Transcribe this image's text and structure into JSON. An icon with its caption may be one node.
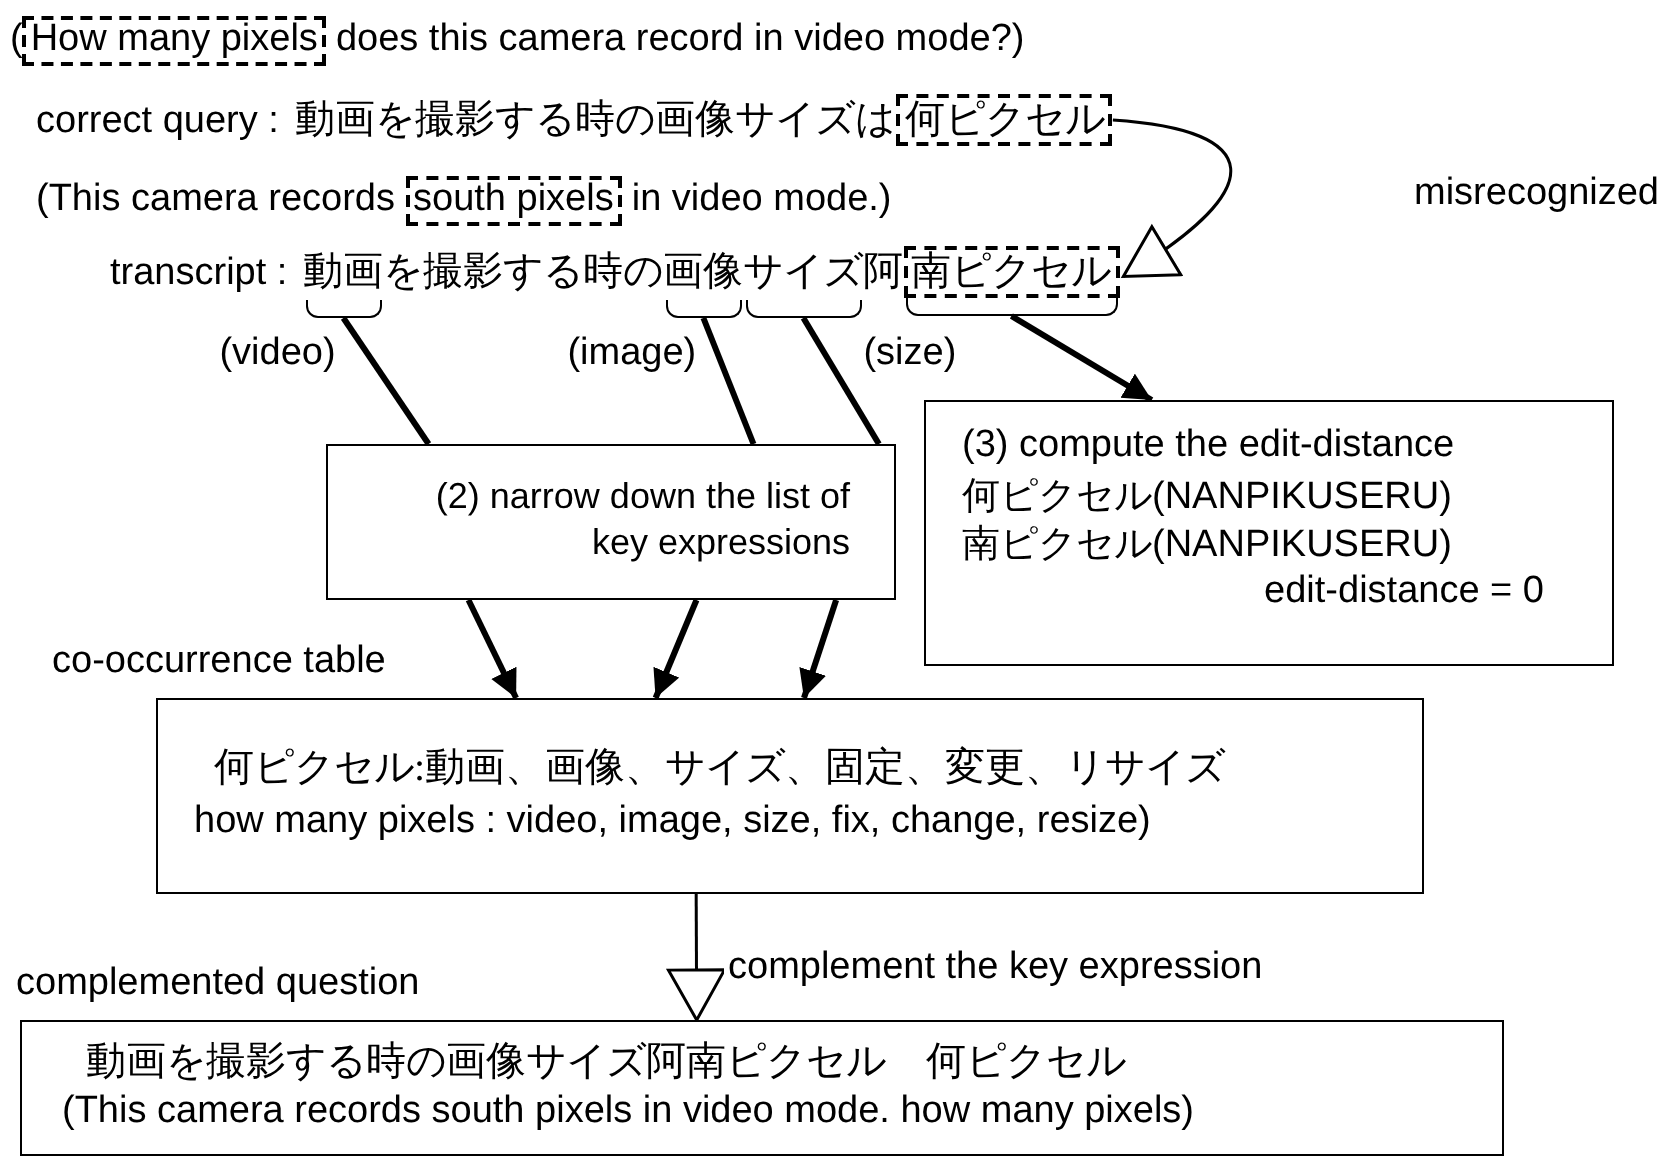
{
  "diagram": {
    "nodes": [
      {
        "text": [
          "How many pixels"
        ]
      },
      {
        "text": [
          "何ピクセル"
        ]
      },
      {
        "text": [
          "south pixels"
        ]
      },
      {
        "text": [
          "動画"
        ]
      },
      {
        "text": [
          "画像"
        ]
      },
      {
        "text": [
          "サイズ"
        ]
      },
      {
        "text": [
          "南ピクセル"
        ]
      },
      {
        "text": [
          "(2) narrow down the list of key expressions"
        ]
      },
      {
        "text": [
          "(3) compute the edit-distance",
          "何ピクセル(NANPIKUSERU)",
          "南ピクセル(NANPIKUSERU)",
          "edit-distance = 0"
        ]
      },
      {
        "text": [
          "co-occurrence table",
          "何ピクセル:動画、画像、サイズ、固定、変更、リサイズ",
          "how many pixels : video, image, size, fix, change, resize)"
        ]
      },
      {
        "text": [
          "complemented question",
          "動画を撮影する時の画像サイズ阿南ピクセル　何ピクセル",
          "(This camera records south pixels in video mode. how many pixels)"
        ]
      }
    ],
    "edges": [
      {
        "from": 1,
        "to": 6,
        "arrow": "to",
        "label": "misrecognized"
      },
      {
        "from": 3,
        "to": 7,
        "arrow": "none"
      },
      {
        "from": 4,
        "to": 7,
        "arrow": "none"
      },
      {
        "from": 5,
        "to": 7,
        "arrow": "none"
      },
      {
        "from": 7,
        "to": 9,
        "arrow": "to"
      },
      {
        "from": 7,
        "to": 9,
        "arrow": "to"
      },
      {
        "from": 7,
        "to": 9,
        "arrow": "to"
      },
      {
        "from": 6,
        "to": 8,
        "arrow": "to"
      },
      {
        "from": 9,
        "to": 10,
        "arrow": "to",
        "label": "complement the key expression"
      }
    ],
    "labels": [
      "(",
      "does this camera record in video mode?)",
      "correct query :",
      "動画を撮影する時の画像サイズは",
      "(This camera records",
      "in video mode.)",
      "transcript :",
      "を撮影する時の",
      "阿",
      "(video)",
      "(image)",
      "(size)"
    ]
  }
}
